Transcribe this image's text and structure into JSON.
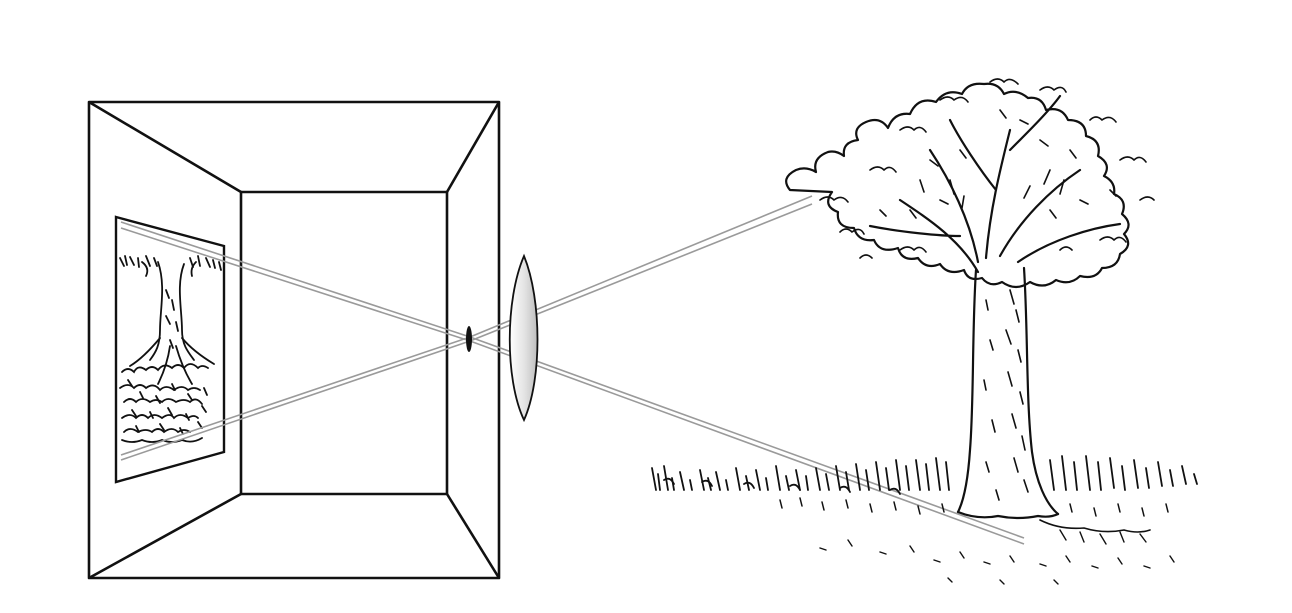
{
  "diagram": {
    "colors": {
      "ink": "#111111",
      "ray": "#9a9a9a",
      "lens_fill": "#d9d9d9",
      "background": "#ffffff"
    },
    "elements": [
      "camera-obscura-box",
      "pinhole-aperture",
      "convex-lens",
      "inverted-projected-image",
      "tree",
      "grass",
      "light-rays"
    ]
  }
}
